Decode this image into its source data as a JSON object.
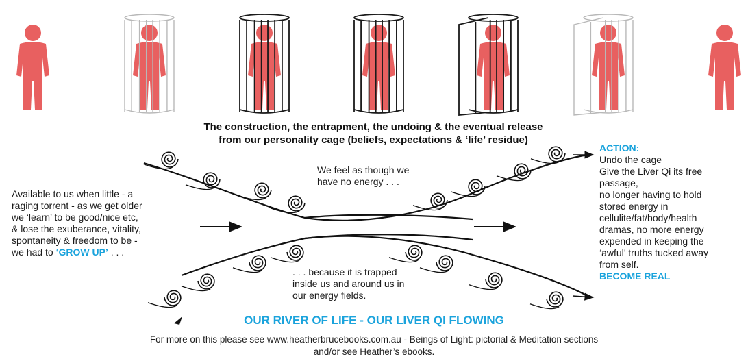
{
  "caption": {
    "line1": "The construction, the entrapment, the undoing & the eventual release",
    "line2": "from our personality cage (beliefs, expectations & ‘life’ residue)"
  },
  "left_text": {
    "lines": [
      "Available to us when little - a",
      "raging torrent - as we get older",
      "we ‘learn’ to be good/nice etc,",
      "& lose the exuberance, vitality,",
      "spontaneity & freedom to be -"
    ],
    "last_prefix": "we had to ",
    "last_accent": "‘GROW UP’",
    "last_suffix": " . . ."
  },
  "center_top": {
    "line1": "We feel as though we",
    "line2": "have no energy . . ."
  },
  "center_bottom": {
    "line1": ". . .  because it is trapped",
    "line2": "inside us and around us in",
    "line3": "our energy fields."
  },
  "action": {
    "heading": "ACTION:",
    "lines": [
      "Undo the cage",
      "Give the Liver Qi its free",
      "passage,",
      "no longer having to hold",
      "stored energy in",
      "cellulite/fat/body/health",
      "dramas, no more energy",
      "expended in keeping the",
      "‘awful’ truths tucked away",
      "from self."
    ],
    "footer": "BECOME REAL"
  },
  "title": "OUR RIVER OF LIFE - OUR LIVER QI FLOWING",
  "footer": {
    "line1": "For more on this please see www.heatherbrucebooks.com.au - Beings of Light: pictorial & Meditation sections",
    "line2": "and/or see Heather’s ebooks."
  },
  "colors": {
    "figure": "#e86060",
    "accent": "#1aa3dc",
    "ink": "#1a1a1a"
  },
  "figures": [
    {
      "stage": "free",
      "cage": "none"
    },
    {
      "stage": "construction",
      "cage": "faint"
    },
    {
      "stage": "entrapment",
      "cage": "full"
    },
    {
      "stage": "entrapment",
      "cage": "full"
    },
    {
      "stage": "undoing",
      "cage": "open"
    },
    {
      "stage": "release",
      "cage": "faint-open"
    },
    {
      "stage": "free",
      "cage": "none"
    }
  ]
}
